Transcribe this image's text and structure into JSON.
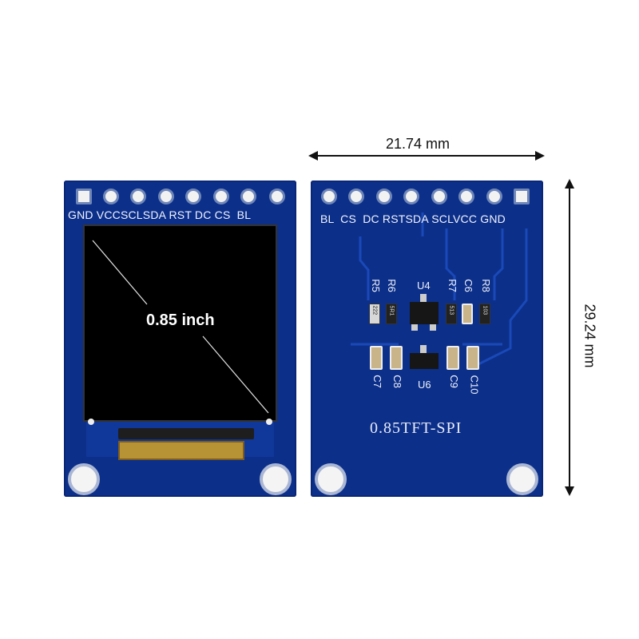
{
  "dimensions": {
    "width_label": "21.74 mm",
    "height_label": "29.24 mm"
  },
  "front_board": {
    "pin_labels": [
      "GND",
      "VCC",
      "SCL",
      "SDA",
      "RST",
      "DC",
      "CS",
      "BL"
    ],
    "pin_label_text": "GND VCCSCLSDA RST DC CS  BL",
    "diagonal_label": "0.85 inch"
  },
  "back_board": {
    "pin_label_text": "BL  CS  DC RSTSDA SCLVCC GND",
    "silkscreen": "0.85TFT-SPI",
    "refs": {
      "r5": "R5",
      "r6": "R6",
      "u4": "U4",
      "r7": "R7",
      "c6": "C6",
      "r8": "R8",
      "c7": "C7",
      "c8": "C8",
      "u6": "U6",
      "c9": "C9",
      "c10": "C10"
    },
    "chip_marks": {
      "r5": "222",
      "r6": "5R1",
      "r7": "513",
      "r8": "103"
    }
  },
  "colors": {
    "pcb": "#0c2f8a",
    "screen": "#000000",
    "pin_pad": "#f2f2f2",
    "flex_cable": "#c9a646"
  }
}
